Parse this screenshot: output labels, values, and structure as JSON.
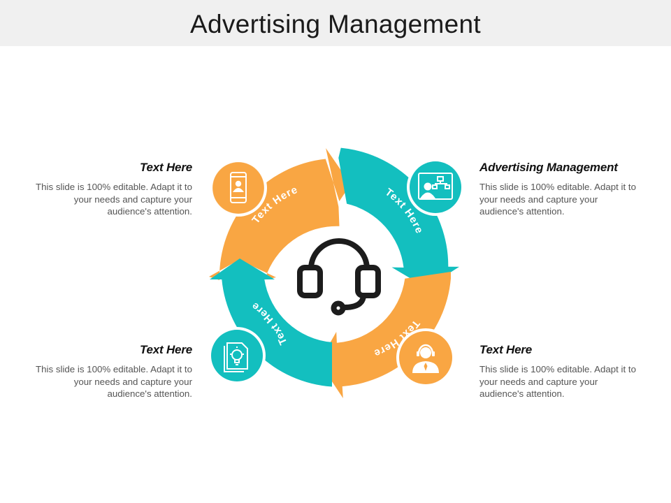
{
  "title": "Advertising Management",
  "colors": {
    "orange": "#f9a643",
    "teal": "#13bfbf",
    "title_bar": "#f0f0f0",
    "icon_stroke": "#1c1c1c"
  },
  "center_icon": "headset-icon",
  "segments": [
    {
      "label": "Text Here",
      "color": "orange",
      "icon": "mobile-user-icon"
    },
    {
      "label": "Text Here",
      "color": "teal",
      "icon": "presentation-board-icon"
    },
    {
      "label": "Text Here",
      "color": "orange",
      "icon": "support-agent-icon"
    },
    {
      "label": "Text Here",
      "color": "teal",
      "icon": "idea-document-icon"
    }
  ],
  "blocks": {
    "top_left": {
      "heading": "Text Here",
      "body": "This slide is 100% editable. Adapt it to your needs and capture your audience's attention."
    },
    "top_right": {
      "heading": "Advertising Management",
      "body": "This slide is 100% editable. Adapt it to your needs and capture your audience's attention."
    },
    "bottom_left": {
      "heading": "Text Here",
      "body": "This slide is 100% editable. Adapt it to your needs and capture your audience's attention."
    },
    "bottom_right": {
      "heading": "Text Here",
      "body": "This slide is 100% editable. Adapt it to your needs and capture your audience's attention."
    }
  }
}
